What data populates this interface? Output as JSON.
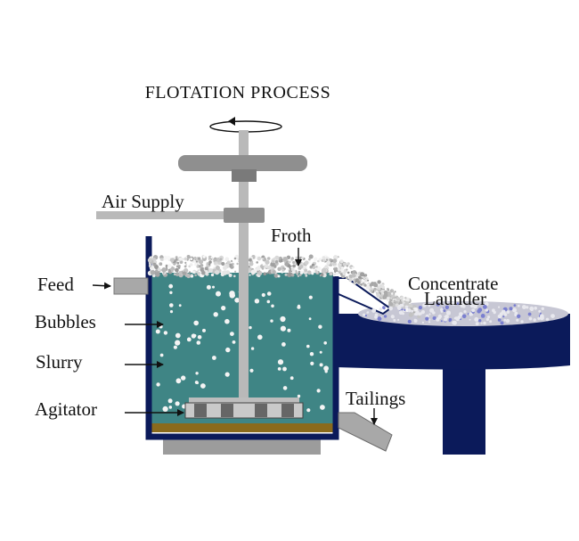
{
  "title": "FLOTATION PROCESS",
  "labels": {
    "air_supply": "Air Supply",
    "froth": "Froth",
    "feed": "Feed",
    "bubbles": "Bubbles",
    "slurry": "Slurry",
    "agitator": "Agitator",
    "concentrate": "Concentrate",
    "launder": "Launder",
    "tailings": "Tailings"
  },
  "colors": {
    "tank": "#0b1a5a",
    "slurry": "#3f8585",
    "froth": "#e6e6e6",
    "shaft": "#b9b9b9",
    "rotor": "#8f8f8f",
    "sediment": "#8a6a1c",
    "feed_pipe": "#a8a8a8"
  }
}
